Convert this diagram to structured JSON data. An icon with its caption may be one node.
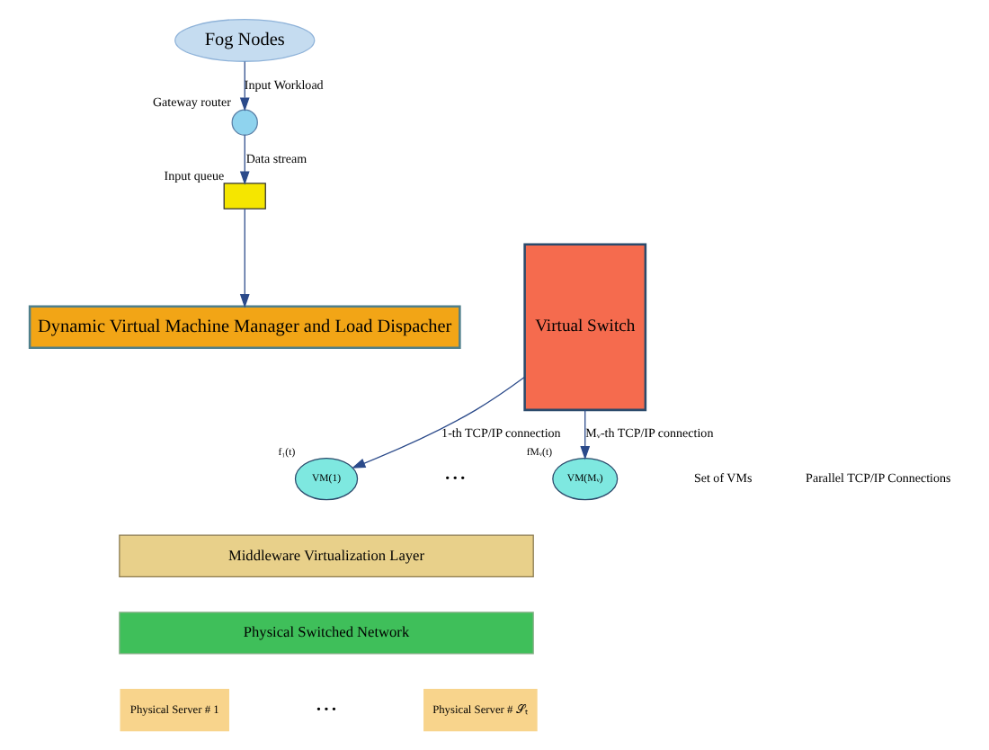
{
  "diagram": {
    "nodes": [
      {
        "text": [
          "Fog Nodes"
        ]
      },
      {
        "text": [],
        "shape": "circle",
        "beside": [
          "Gateway router"
        ]
      },
      {
        "text": [],
        "shape": "box",
        "beside": [
          "Input queue"
        ]
      },
      {
        "text": [
          "Dynamic Virtual Machine Manager and Load Dispacher"
        ]
      },
      {
        "text": [
          "Virtual Switch"
        ]
      },
      {
        "text": [
          "VM(1)"
        ],
        "beside": [
          "f₁(t)"
        ]
      },
      {
        "text": [
          "VM(Mᵥ)"
        ],
        "beside": [
          "fMᵥ(t)"
        ]
      },
      {
        "text": [
          "Middleware Virtualization Layer"
        ]
      },
      {
        "text": [
          "Physical Switched Network"
        ]
      },
      {
        "text": [
          "Physical Server # 1"
        ]
      },
      {
        "text": [
          "Physical Server # 𝒮ₜ"
        ]
      }
    ],
    "edges": [
      {
        "from": 0,
        "to": 1,
        "arrow": "to",
        "label": "Input Workload"
      },
      {
        "from": 1,
        "to": 2,
        "arrow": "to",
        "label": "Data stream"
      },
      {
        "from": 2,
        "to": 3,
        "arrow": "to"
      },
      {
        "from": 4,
        "to": 6,
        "arrow": "to",
        "label": "Mᵥ-th TCP/IP connection"
      },
      {
        "from": 4,
        "to": 5,
        "arrow": "to",
        "label": "1-th TCP/IP connection"
      }
    ],
    "labels": [
      "Parallel TCP/IP Connections",
      "• • •",
      "Set of VMs",
      "• • •"
    ]
  }
}
